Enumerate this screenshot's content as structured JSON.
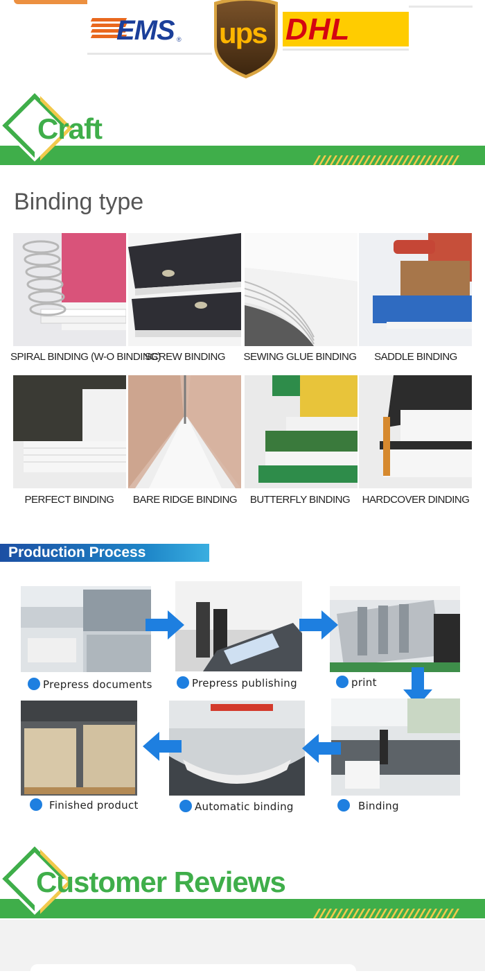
{
  "couriers": {
    "ems": "EMS",
    "ems_reg": "®",
    "ups": "ups",
    "dhl": "DHL"
  },
  "craft": {
    "title": "Craft"
  },
  "binding": {
    "title": "Binding type",
    "items": [
      {
        "label": "SPIRAL BINDING (W-O BINDING)"
      },
      {
        "label": "SCREW BINDING"
      },
      {
        "label": "SEWING GLUE BINDING"
      },
      {
        "label": "SADDLE BINDING"
      },
      {
        "label": "PERFECT BINDING"
      },
      {
        "label": "BARE RIDGE BINDING"
      },
      {
        "label": "BUTTERFLY BINDING"
      },
      {
        "label": "HARDCOVER DINDING"
      }
    ]
  },
  "process": {
    "title": "Production Process",
    "steps": [
      {
        "label": "Prepress documents"
      },
      {
        "label": "Prepress publishing"
      },
      {
        "label": "print"
      },
      {
        "label": "Binding"
      },
      {
        "label": "Automatic binding"
      },
      {
        "label": "Finished product"
      }
    ]
  },
  "reviews": {
    "title": "Customer Reviews"
  },
  "colors": {
    "green": "#3fae4a",
    "yellow": "#f2c94c",
    "blue": "#1e7fe0",
    "ems_orange": "#e9681e",
    "ems_blue": "#1b3f9a",
    "dhl_yellow": "#ffcc00",
    "dhl_red": "#d40511",
    "ups_brown": "#5a3a1a",
    "ups_gold": "#ffb500"
  }
}
